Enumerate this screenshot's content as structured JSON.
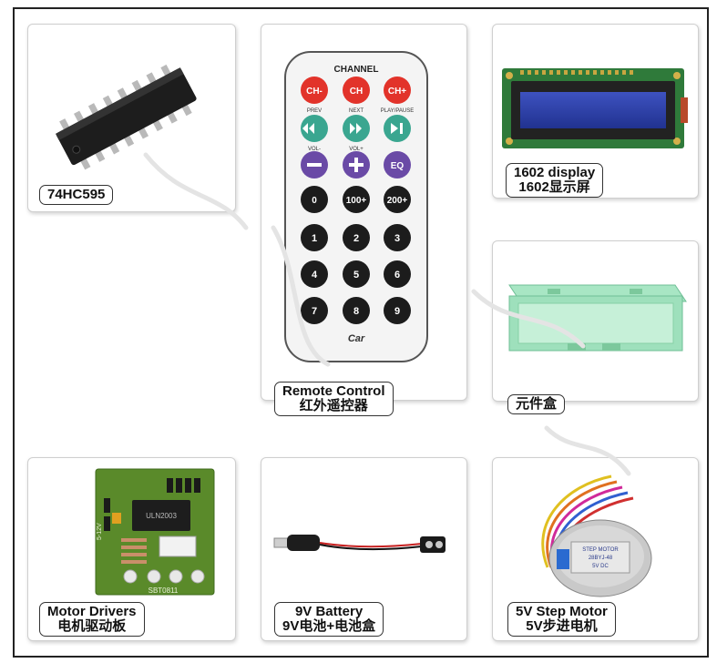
{
  "products": [
    {
      "key": "ic",
      "name": "74HC595",
      "name_zh": ""
    },
    {
      "key": "remote",
      "name": "Remote Control",
      "name_zh": "红外遥控器"
    },
    {
      "key": "lcd",
      "name": "1602 display",
      "name_zh": "1602显示屏"
    },
    {
      "key": "box",
      "name": "",
      "name_zh": "元件盒"
    },
    {
      "key": "driver",
      "name": "Motor Drivers",
      "name_zh": "电机驱动板"
    },
    {
      "key": "battery",
      "name": "9V Battery",
      "name_zh": "9V电池+电池盒"
    },
    {
      "key": "motor",
      "name": "5V Step Motor",
      "name_zh": "5V步进电机"
    }
  ],
  "remote": {
    "header": "CHANNEL",
    "buttons_row1": [
      "CH-",
      "CH",
      "CH+"
    ],
    "captions_row2": [
      "PREV",
      "NEXT",
      "PLAY/PAUSE"
    ],
    "captions_row3": [
      "VOL-",
      "VOL+",
      ""
    ],
    "eq_label": "EQ",
    "digits_row1": [
      "0",
      "100+",
      "200+"
    ],
    "digits_row2": [
      "1",
      "2",
      "3"
    ],
    "digits_row3": [
      "4",
      "5",
      "6"
    ],
    "digits_row4": [
      "7",
      "8",
      "9"
    ],
    "brand": "Car",
    "colors": {
      "red": "#e2332a",
      "teal": "#3aa690",
      "purple": "#6a4aa6",
      "black": "#1c1c1c"
    }
  },
  "driver_board": {
    "chip_text": "ULN2003",
    "module_text": "SBT0811",
    "side_text": "5-12V",
    "pcb_color": "#5a8a2a"
  },
  "motor_label": {
    "line1": "STEP MOTOR",
    "line2": "28BYJ-48",
    "line3": "5V DC"
  }
}
